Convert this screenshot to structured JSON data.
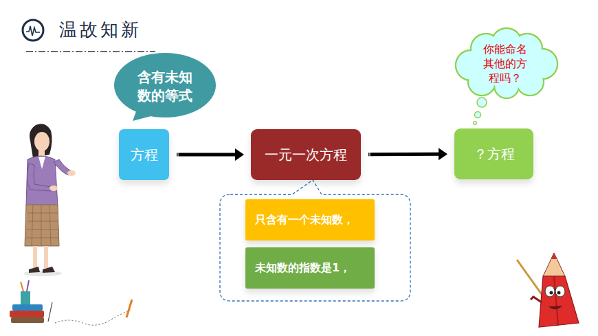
{
  "diagram": {
    "title": "温故知新",
    "nodes": [
      {
        "text": [
          "含有未知数的等式"
        ]
      },
      {
        "text": [
          "方程"
        ]
      },
      {
        "text": [
          "一元一次方程"
        ]
      },
      {
        "text": [
          "？方程"
        ]
      },
      {
        "text": [
          "只含有一个未知数，"
        ]
      },
      {
        "text": [
          "未知数的指数是1，"
        ]
      },
      {
        "text": [
          "你能命名其他的方程吗？"
        ]
      }
    ],
    "edges": [
      {
        "from": 1,
        "to": 2,
        "arrow": "to"
      },
      {
        "from": 2,
        "to": 3,
        "arrow": "to"
      }
    ]
  }
}
